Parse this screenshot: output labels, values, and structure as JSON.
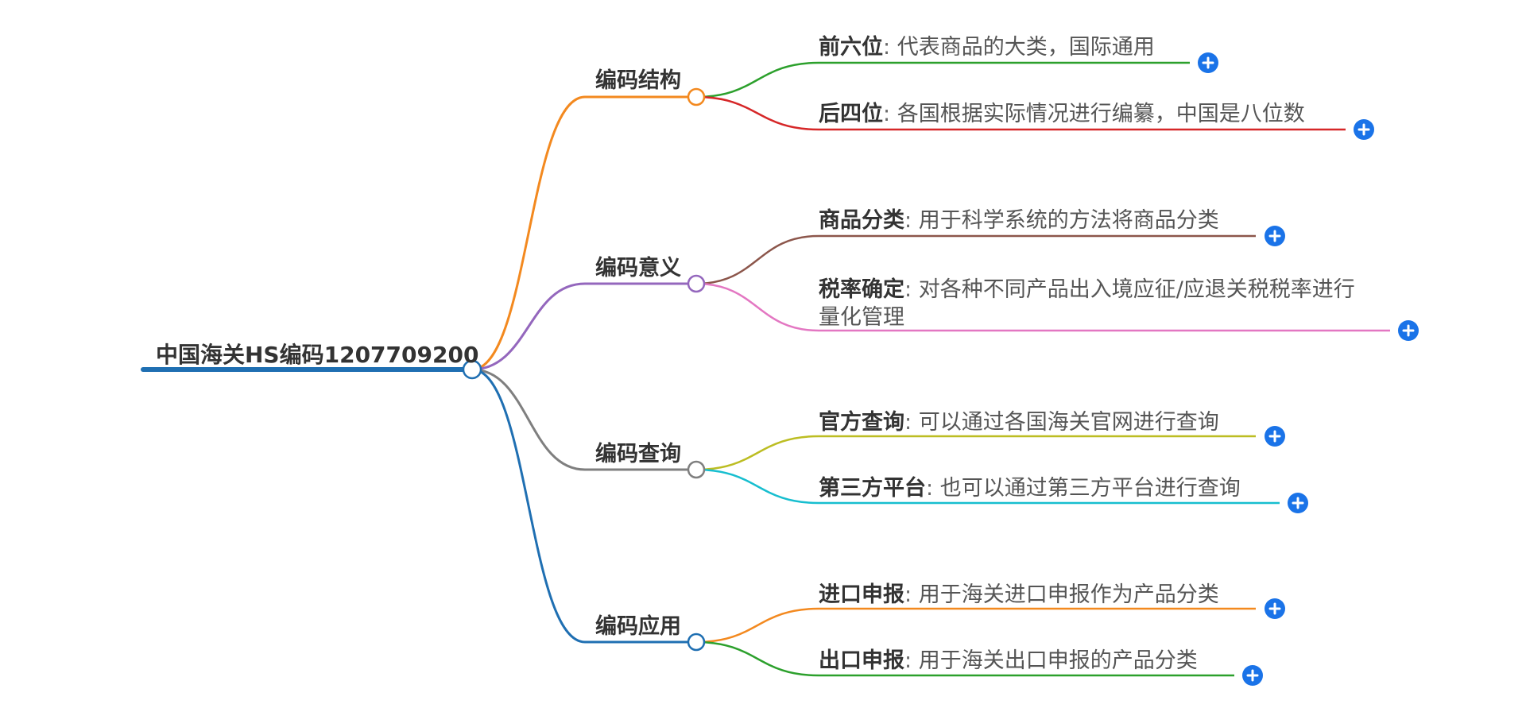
{
  "root": {
    "label": "中国海关HS编码1207709200",
    "color": "#1f6fb2"
  },
  "branches": [
    {
      "label": "编码结构",
      "color": "#f3891f",
      "leaves": [
        {
          "key": "前六位",
          "value": "代表商品的大类，国际通用",
          "color": "#2ca02c"
        },
        {
          "key": "后四位",
          "value": "各国根据实际情况进行编纂，中国是八位数",
          "color": "#d62728"
        }
      ]
    },
    {
      "label": "编码意义",
      "color": "#9467bd",
      "leaves": [
        {
          "key": "商品分类",
          "value": "用于科学系统的方法将商品分类",
          "color": "#8c564b"
        },
        {
          "key": "税率确定",
          "value": "对各种不同产品出入境应征/应退关税税率进行量化管理",
          "color": "#e377c2"
        }
      ]
    },
    {
      "label": "编码查询",
      "color": "#7f7f7f",
      "leaves": [
        {
          "key": "官方查询",
          "value": "可以通过各国海关官网进行查询",
          "color": "#bcbd22"
        },
        {
          "key": "第三方平台",
          "value": "也可以通过第三方平台进行查询",
          "color": "#17becf"
        }
      ]
    },
    {
      "label": "编码应用",
      "color": "#1f6fb2",
      "leaves": [
        {
          "key": "进口申报",
          "value": "用于海关进口申报作为产品分类",
          "color": "#f3891f"
        },
        {
          "key": "出口申报",
          "value": "用于海关出口申报的产品分类",
          "color": "#2ca02c"
        }
      ]
    }
  ],
  "separator": ":",
  "expand_icon": "plus-circle-icon",
  "expand_color": "#1a73e8"
}
